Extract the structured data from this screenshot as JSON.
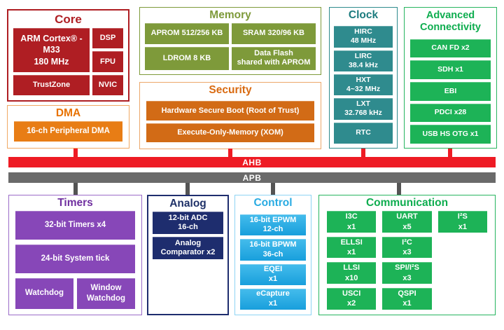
{
  "buses": {
    "ahb_label": "AHB",
    "apb_label": "APB"
  },
  "colors": {
    "core_red": "#AF1E23",
    "dma_orange": "#E87D15",
    "memory_olive": "#7E9A3A",
    "security_orange": "#D26B16",
    "clock_teal": "#2F8B8E",
    "green": "#1DB357",
    "ahb_red": "#EE1B24",
    "apb_gray": "#6A6A6A",
    "timers_purple": "#8747B8",
    "analog_navy": "#1E2D6E",
    "control_cyan": "#29ABE2"
  },
  "sections": {
    "core": {
      "title": "Core",
      "blocks": {
        "cpu": "ARM Cortex® -\nM33\n180 MHz",
        "dsp": "DSP",
        "fpu": "FPU",
        "trustzone": "TrustZone",
        "nvic": "NVIC"
      }
    },
    "dma": {
      "title": "DMA",
      "blocks": {
        "pdma": "16-ch Peripheral DMA"
      }
    },
    "memory": {
      "title": "Memory",
      "blocks": {
        "aprom": "APROM 512/256 KB",
        "sram": "SRAM 320/96 KB",
        "ldrom": "LDROM 8 KB",
        "dataflash": "Data Flash\nshared with APROM"
      }
    },
    "security": {
      "title": "Security",
      "blocks": {
        "secureboot": "Hardware Secure Boot (Root of Trust)",
        "xom": "Execute-Only-Memory (XOM)"
      }
    },
    "clock": {
      "title": "Clock",
      "blocks": {
        "hirc": "HIRC\n48 MHz",
        "lirc": "LIRC\n38.4 kHz",
        "hxt": "HXT\n4~32 MHz",
        "lxt": "LXT\n32.768 kHz",
        "rtc": "RTC"
      }
    },
    "advanced_connectivity": {
      "title": "Advanced\nConnectivity",
      "blocks": {
        "canfd": "CAN FD x2",
        "sdh": "SDH x1",
        "ebi": "EBI",
        "pdci": "PDCI x28",
        "usb": "USB HS OTG x1"
      }
    },
    "timers": {
      "title": "Timers",
      "blocks": {
        "timers32": "32-bit Timers x4",
        "systick": "24-bit System tick",
        "watchdog": "Watchdog",
        "window_watchdog": "Window\nWatchdog"
      }
    },
    "analog": {
      "title": "Analog",
      "blocks": {
        "adc": "12-bit ADC\n16-ch",
        "comparator": "Analog\nComparator x2"
      }
    },
    "control": {
      "title": "Control",
      "blocks": {
        "epwm": "16-bit EPWM\n12-ch",
        "bpwm": "16-bit BPWM\n36-ch",
        "eqei": "EQEI\nx1",
        "ecapture": "eCapture\nx1"
      }
    },
    "communication": {
      "title": "Communication",
      "blocks": {
        "i3c": "I3C\nx1",
        "uart": "UART\nx5",
        "i2s": "I²S\nx1",
        "ellsi": "ELLSI\nx1",
        "i2c": "I²C\nx3",
        "llsi": "LLSI\nx10",
        "spi_i2s": "SPI/I²S\nx3",
        "usci": "USCI\nx2",
        "qspi": "QSPI\nx1"
      }
    }
  }
}
